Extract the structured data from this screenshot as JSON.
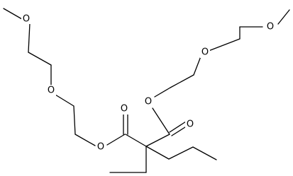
{
  "molecule": {
    "atoms": {
      "o_ester_carbonyl_left": "O",
      "o_ester_carbonyl_right": "O",
      "o_ester_link_left": "O",
      "o_ester_link_right": "O",
      "o_ether_left_mid": "O",
      "o_ether_left_top": "O",
      "o_ether_right_mid": "O",
      "o_ether_right_top": "O"
    }
  }
}
